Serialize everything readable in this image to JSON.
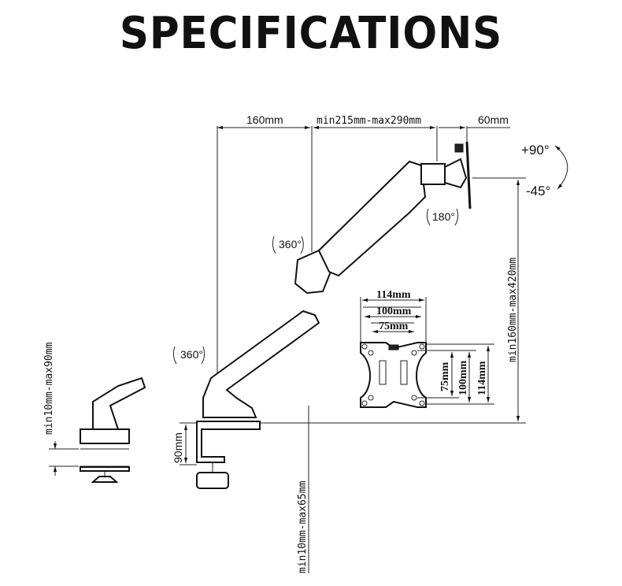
{
  "title": "SPECIFICATIONS",
  "dimensions": {
    "depth_base": "160mm",
    "arm_extension": "min215mm-max290mm",
    "head_depth": "60mm",
    "tilt_up": "+90°",
    "tilt_down": "-45°",
    "rotation_head": "180°",
    "rotation_upper": "360°",
    "rotation_lower": "360°",
    "height_range": "min160mm-max420mm",
    "clamp_height": "90mm",
    "desk_thickness": "min10mm-max65mm",
    "side_range": "min10mm-max90mm"
  },
  "vesa": {
    "outer_h": "114mm",
    "mid_h": "100mm",
    "inner_h": "75mm",
    "inner_v": "75mm",
    "mid_v": "100mm",
    "outer_v": "114mm"
  }
}
